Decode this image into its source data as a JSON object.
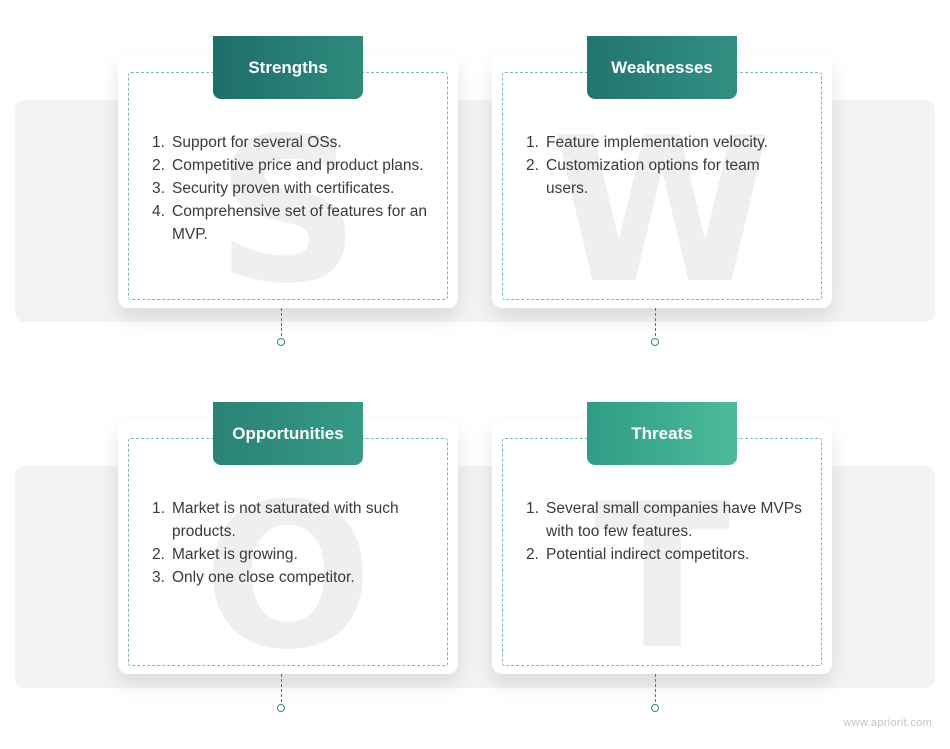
{
  "quadrants": [
    {
      "title": "Strengths",
      "letter": "S",
      "tab_gradient": [
        "#1e6e6a",
        "#2f8a7c"
      ],
      "items": [
        {
          "num": "1.",
          "text": "Support for several OSs."
        },
        {
          "num": "2.",
          "text": "Competitive price and product plans."
        },
        {
          "num": "3.",
          "text": "Security proven with certificates."
        },
        {
          "num": "4.",
          "text": "Comprehensive set of features for an MVP."
        }
      ]
    },
    {
      "title": "Weaknesses",
      "letter": "W",
      "tab_gradient": [
        "#237570",
        "#319082"
      ],
      "items": [
        {
          "num": "1.",
          "text": "Feature implementation velocity."
        },
        {
          "num": "2.",
          "text": "Customization options for team users."
        }
      ]
    },
    {
      "title": "Opportunities",
      "letter": "O",
      "tab_gradient": [
        "#2a8276",
        "#369a86"
      ],
      "items": [
        {
          "num": "1.",
          "text": "Market is not saturated with such products."
        },
        {
          "num": "2.",
          "text": "Market is growing."
        },
        {
          "num": "3.",
          "text": "Only one close competitor."
        }
      ]
    },
    {
      "title": "Threats",
      "letter": "T",
      "tab_gradient": [
        "#2f9c86",
        "#4cbb9b"
      ],
      "items": [
        {
          "num": "1.",
          "text": "Several small companies have MVPs with too few features."
        },
        {
          "num": "2.",
          "text": "Potential indirect competitors."
        }
      ]
    }
  ],
  "footer": "www.apriorit.com"
}
